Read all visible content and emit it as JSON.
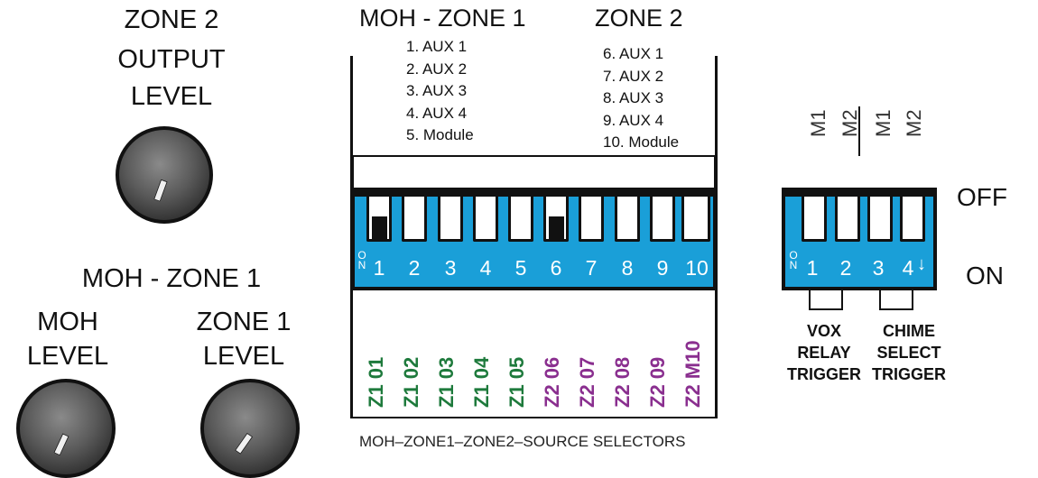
{
  "knob_labels": {
    "zone2_output": [
      "ZONE 2",
      "OUTPUT",
      "LEVEL"
    ],
    "moh_section_title": "MOH - ZONE 1",
    "moh_level": [
      "MOH",
      "LEVEL"
    ],
    "zone1_level": [
      "ZONE 1",
      "LEVEL"
    ]
  },
  "source_selector": {
    "header_left": "MOH - ZONE 1",
    "header_right": "ZONE 2",
    "zone1_sources": [
      "1. AUX 1",
      "2. AUX 2",
      "3. AUX 3",
      "4. AUX 4",
      "5. Module"
    ],
    "zone2_sources": [
      "6. AUX 1",
      "7. AUX 2",
      "8. AUX 3",
      "9. AUX 4",
      "10. Module"
    ],
    "on_label": "ON",
    "switch_numbers": [
      "1",
      "2",
      "3",
      "4",
      "5",
      "6",
      "7",
      "8",
      "9",
      "10"
    ],
    "switch_on": [
      true,
      false,
      false,
      false,
      false,
      true,
      false,
      false,
      false,
      false
    ],
    "zone_labels": [
      "Z1 01",
      "Z1 02",
      "Z1 03",
      "Z1 04",
      "Z1 05",
      "Z2 06",
      "Z2 07",
      "Z2 08",
      "Z2 09",
      "Z2 M10"
    ],
    "caption": "MOH–ZONE1–ZONE2–SOURCE SELECTORS"
  },
  "trigger_switch": {
    "m_labels": [
      "M1",
      "M2",
      "M1",
      "M2"
    ],
    "switch_numbers": [
      "1",
      "2",
      "3",
      "4"
    ],
    "on_label": "ON",
    "off_text": "OFF",
    "on_text": "ON",
    "vox_label": [
      "VOX",
      "RELAY",
      "TRIGGER"
    ],
    "chime_label": [
      "CHIME",
      "SELECT",
      "TRIGGER"
    ]
  },
  "colors": {
    "dip_blue": "#1a9fd8",
    "zone1_green": "#1e7a3c",
    "zone2_purple": "#8a2f8f"
  },
  "icons": [
    "rotary-knob-icon",
    "down-arrow-icon"
  ]
}
